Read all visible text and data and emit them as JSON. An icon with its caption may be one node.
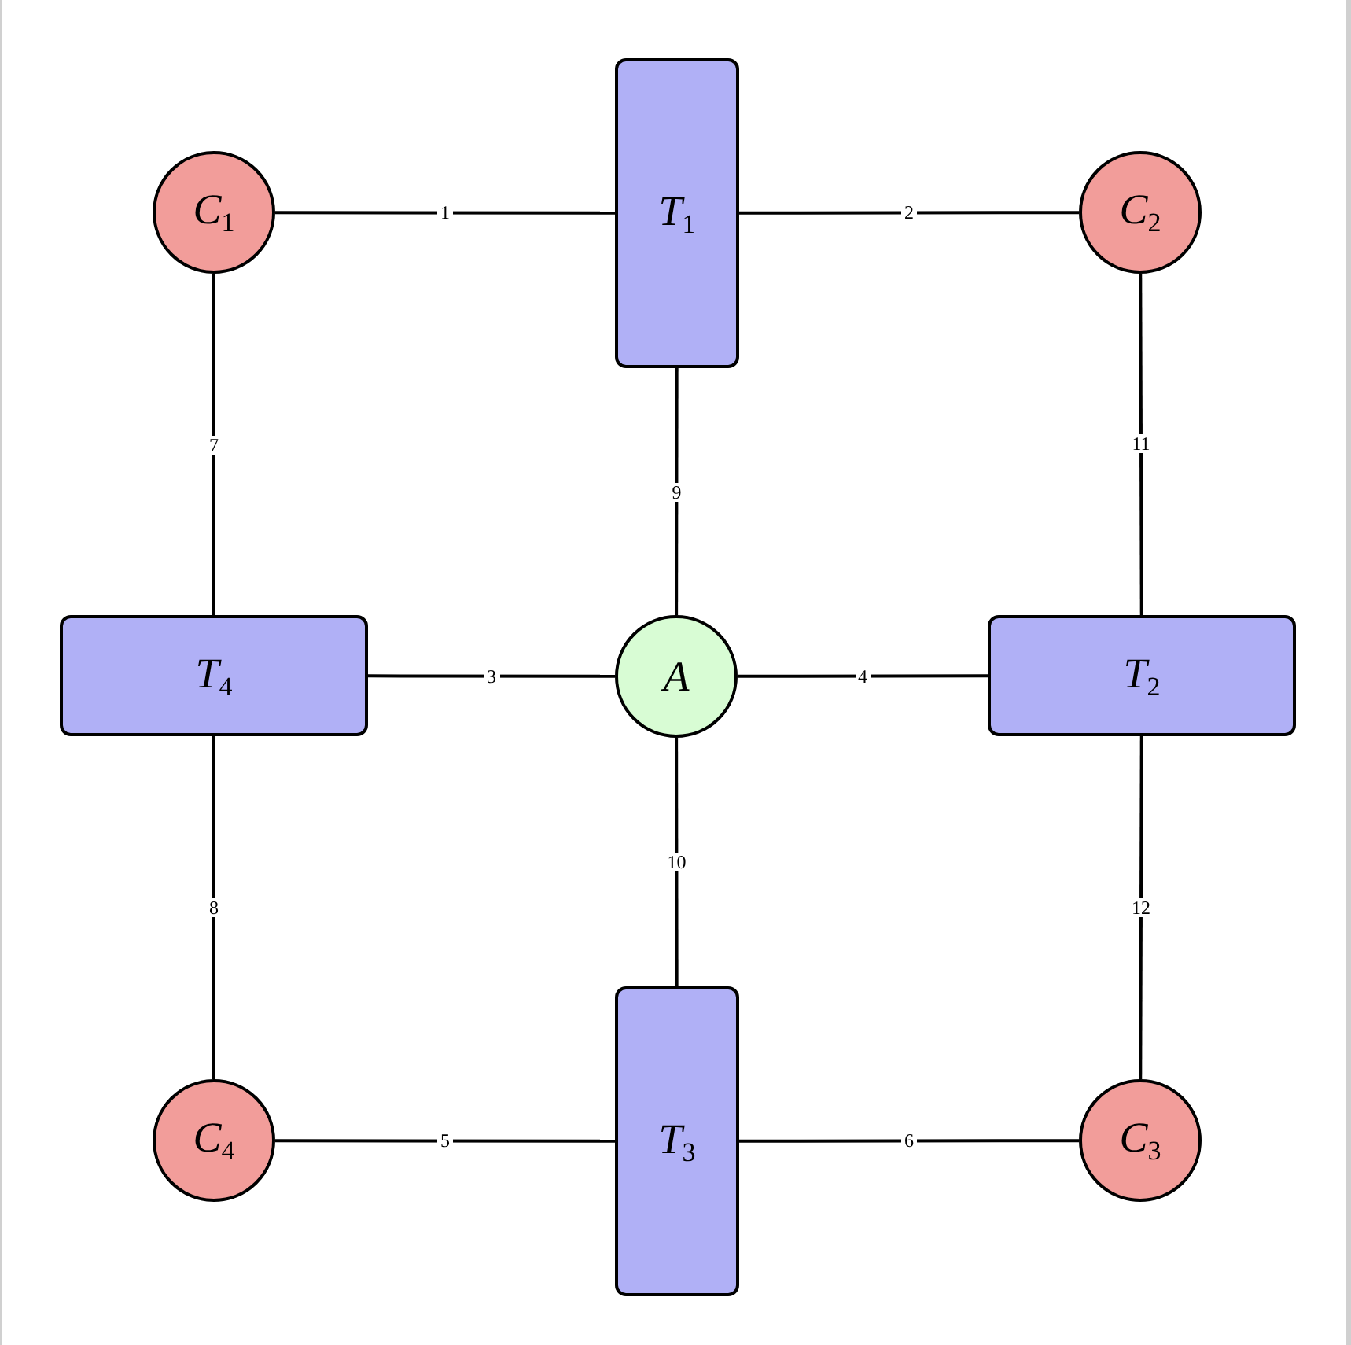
{
  "diagram": {
    "nodes": [
      {
        "text": [
          "C$_{1}$"
        ]
      },
      {
        "text": [
          "T$_{1}$"
        ]
      },
      {
        "text": [
          "C$_{2}$"
        ]
      },
      {
        "text": [
          "T$_{4}$"
        ]
      },
      {
        "text": [
          "A"
        ]
      },
      {
        "text": [
          "T$_{2}$"
        ]
      },
      {
        "text": [
          "C$_{4}$"
        ]
      },
      {
        "text": [
          "T$_{3}$"
        ]
      },
      {
        "text": [
          "C$_{3}$"
        ]
      }
    ],
    "edges": [
      {
        "from": 0,
        "to": 1,
        "arrow": "none",
        "label": "1"
      },
      {
        "from": 1,
        "to": 2,
        "arrow": "none",
        "label": "2"
      },
      {
        "from": 3,
        "to": 4,
        "arrow": "none",
        "label": "3"
      },
      {
        "from": 4,
        "to": 5,
        "arrow": "none",
        "label": "4"
      },
      {
        "from": 6,
        "to": 7,
        "arrow": "none",
        "label": "5"
      },
      {
        "from": 7,
        "to": 8,
        "arrow": "none",
        "label": "6"
      },
      {
        "from": 0,
        "to": 3,
        "arrow": "none",
        "label": "7"
      },
      {
        "from": 3,
        "to": 6,
        "arrow": "none",
        "label": "8"
      },
      {
        "from": 1,
        "to": 4,
        "arrow": "none",
        "label": "9"
      },
      {
        "from": 4,
        "to": 7,
        "arrow": "none",
        "label": "10"
      },
      {
        "from": 2,
        "to": 5,
        "arrow": "none",
        "label": "11"
      },
      {
        "from": 5,
        "to": 8,
        "arrow": "none",
        "label": "12"
      }
    ]
  }
}
